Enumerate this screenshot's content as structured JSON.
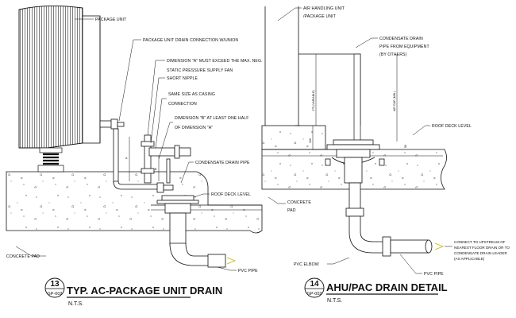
{
  "left_detail": {
    "labels": {
      "package_unit": "PACKAGE UNIT",
      "drain_connection": "PACKAGE UNIT DRAIN CONNECTION W/UNION",
      "dim_a_line1": "DIMENSION \"A\" MUST EXCEED THE MAX. NEG.",
      "dim_a_line2": "STATIC PRESSURE SUPPLY FAN",
      "short_nipple": "SHORT NIPPLE",
      "same_size_line1": "SAME SIZE AS CASING",
      "same_size_line2": "CONNECTION",
      "dim_b_line1": "DIMENSION \"B\" AT LEAST ONE HALF",
      "dim_b_line2": "OF DIMENSION \"A\"",
      "condensate_pipe": "CONDENSATE DRAIN PIPE",
      "roof_deck": "ROOF DECK LEVEL",
      "concrete_pad": "CONCRETE PAD",
      "pvc_pipe": "PVC PIPE",
      "dim_a_mark": "A",
      "dim_b_mark": "B"
    },
    "title": {
      "number": "13",
      "sheet": "GP-002",
      "text": "TYP. AC-PACKAGE UNIT DRAIN",
      "scale": "N.T.S."
    }
  },
  "right_detail": {
    "labels": {
      "ahu_line1": "AIR HANDLING UNIT",
      "ahu_line2": "/PACKAGE UNIT",
      "condensate_line1": "CONDENSATE DRAIN",
      "condensate_line2": "PIPE FROM EQUIPMENT",
      "condensate_line3": "(BY OTHERS)",
      "roof_deck": "ROOF DECK LEVEL",
      "concrete_line1": "CONCRETE",
      "concrete_line2": "PAD",
      "pvc_elbow": "PVC ELBOW",
      "pvc_pipe": "PVC PIPE",
      "connect_line1": "CONNECT TO UPSTREAM OF",
      "connect_line2": "NEAREST FLOOR DRAIN OR TO",
      "connect_line3": "CONDENSATE DRAIN LEADER",
      "connect_line4": "(AS APPLICABLE)",
      "dim_left": "175 (VARIABLE)",
      "dim_right": "AIR GAP (MIN.)",
      "dim_small": "100",
      "dim_small2": "50"
    },
    "title": {
      "number": "14",
      "sheet": "GP-002",
      "text": "AHU/PAC DRAIN DETAIL",
      "scale": "N.T.S."
    }
  }
}
